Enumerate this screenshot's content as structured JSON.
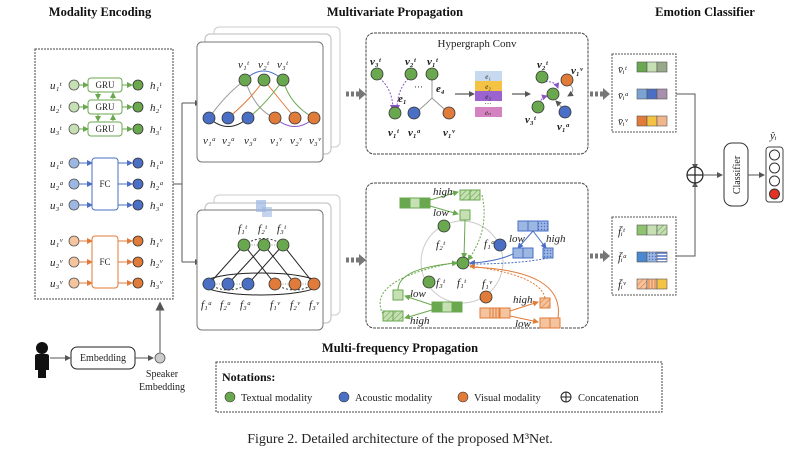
{
  "titles": {
    "modality_encoding": "Modality Encoding",
    "multivariate": "Multivariate Propagation",
    "emotion_classifier": "Emotion Classifier",
    "multifrequency": "Multi-frequency Propagation",
    "hypergraph_conv": "Hypergraph Conv"
  },
  "encoder": {
    "gru_label": "GRU",
    "fc_label": "FC",
    "textual_inputs": [
      "u₁ᵗ",
      "u₂ᵗ",
      "u₃ᵗ"
    ],
    "textual_outputs": [
      "h₁ᵗ",
      "h₂ᵗ",
      "h₃ᵗ"
    ],
    "acoustic_inputs": [
      "u₁ᵃ",
      "u₂ᵃ",
      "u₃ᵃ"
    ],
    "acoustic_outputs": [
      "h₁ᵃ",
      "h₂ᵃ",
      "h₃ᵃ"
    ],
    "visual_inputs": [
      "u₁ᵛ",
      "u₂ᵛ",
      "u₃ᵛ"
    ],
    "visual_outputs": [
      "h₁ᵛ",
      "h₂ᵛ",
      "h₃ᵛ"
    ],
    "embedding_label": "Embedding",
    "speaker_embedding_line1": "Speaker",
    "speaker_embedding_line2": "Embedding"
  },
  "multivariate_graph": {
    "top_labels": [
      "v₁ᵗ",
      "v₂ᵗ",
      "v₃ᵗ"
    ],
    "bottom_labels": [
      "v₁ᵃ",
      "v₂ᵃ",
      "v₃ᵃ",
      "v₁ᵛ",
      "v₂ᵛ",
      "v₃ᵛ"
    ]
  },
  "frequency_graph": {
    "top_labels": [
      "f₁ᵗ",
      "f₂ᵗ",
      "f₃ᵗ"
    ],
    "bottom_labels": [
      "f₁ᵃ",
      "f₂ᵃ",
      "f₃ᵃ",
      "f₁ᵛ",
      "f₂ᵛ",
      "f₃ᵛ"
    ]
  },
  "hypergraph": {
    "left_labels": {
      "v3t": "v₃ᵗ",
      "v2t": "v₂ᵗ",
      "v1t_top": "v₁ᵗ",
      "e1": "e₁",
      "e4": "e₄",
      "dots": "···",
      "v1t": "v₁ᵗ",
      "v1a": "v₁ᵃ",
      "v1v": "v₁ᵛ"
    },
    "edges": [
      "e₁",
      "e₂",
      "e₃",
      "···",
      "eₙ"
    ],
    "right_labels": {
      "v2t": "v₂ᵗ",
      "v1v": "v₁ᵛ",
      "v3t": "v₃ᵗ",
      "v1a": "v₁ᵃ"
    }
  },
  "multifreq": {
    "high": "high",
    "low": "low",
    "labels": {
      "f2t": "f₂ᵗ",
      "f1a": "f₁ᵃ",
      "f1t": "f₁ᵗ",
      "f3t": "f₃ᵗ",
      "f1v": "f₁ᵛ"
    }
  },
  "classifier": {
    "v_labels": [
      "v̄ᵢᵗ",
      "v̄ᵢᵃ",
      "v̄ᵢᵛ"
    ],
    "f_labels": [
      "f̄ᵢᵗ",
      "f̄ᵢᵃ",
      "f̄ᵢᵛ"
    ],
    "classifier_label": "Classifier",
    "output_label": "ŷᵢ"
  },
  "notations": {
    "title": "Notations:",
    "items": [
      {
        "label": "Textual modality",
        "color": "#6aa84f"
      },
      {
        "label": "Acoustic modality",
        "color": "#4a6fc4"
      },
      {
        "label": "Visual modality",
        "color": "#e07b39"
      },
      {
        "label": "Concatenation",
        "symbol": "⊕"
      }
    ]
  },
  "caption": "Figure 2. Detailed architecture of the proposed M³Net.",
  "colors": {
    "textual": "#6aa84f",
    "textual_light": "#c6e0b4",
    "acoustic": "#4a6fc4",
    "acoustic_light": "#9db7e3",
    "visual": "#e07b39",
    "visual_light": "#f4c49f",
    "purple": "#8a55c9",
    "edge_e1": "#c7d9ee",
    "edge_e2": "#f5c343",
    "edge_e3": "#9a63d0",
    "edge_en": "#d583c0",
    "output_active": "#e53222"
  }
}
